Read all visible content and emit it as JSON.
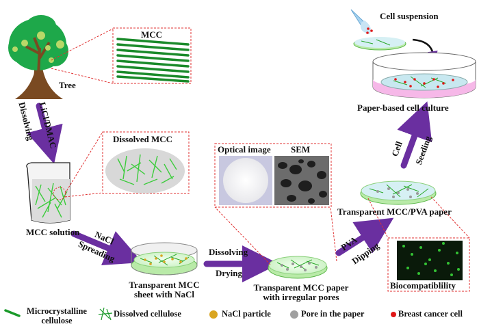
{
  "figure": {
    "labels": {
      "tree": "Tree",
      "mcc_inset": "MCC",
      "dissolved_mcc_inset": "Dissolved MCC",
      "mcc_solution": "MCC solution",
      "sheet_line1": "Transparent MCC",
      "sheet_line2": "sheet with NaCl",
      "paper_line1": "Transparent MCC paper",
      "paper_line2": "with irregular pores",
      "optical_image": "Optical image",
      "sem": "SEM",
      "pva_paper": "Transparent MCC/PVA paper",
      "biocompatibility": "Biocompatiblility",
      "cell_suspension": "Cell suspension",
      "paper_culture": "Paper-based cell culture"
    },
    "arrows": {
      "dissolving_a": "LiCl/DMAC",
      "dissolving_b": "Dissolving",
      "spreading_a": "NaCl",
      "spreading_b": "Spreading",
      "drying_a": "Dissolving",
      "drying_b": "Drying",
      "dipping_a": "PVA",
      "dipping_b": "Dipping",
      "seeding_a": "Cell",
      "seeding_b": "Seeding"
    },
    "colors": {
      "arrow": "#6a2fa0",
      "fiber": "#1a9a2a",
      "fiber_light": "#4cd64c",
      "nacl": "#d9a520",
      "pore": "#a0a0a0",
      "cell": "#e01515",
      "dash": "#e03030"
    }
  },
  "legend": {
    "items": [
      {
        "icon": "microcrystalline-cellulose-icon",
        "label_line1": "Microcrystalline",
        "label_line2": "cellulose"
      },
      {
        "icon": "dissolved-cellulose-icon",
        "label_line1": "Dissolved cellulose"
      },
      {
        "icon": "nacl-particle-icon",
        "label_line1": "NaCl particle"
      },
      {
        "icon": "pore-icon",
        "label_line1": "Pore in the paper"
      },
      {
        "icon": "breast-cancer-cell-icon",
        "label_line1": "Breast cancer cell"
      }
    ]
  }
}
